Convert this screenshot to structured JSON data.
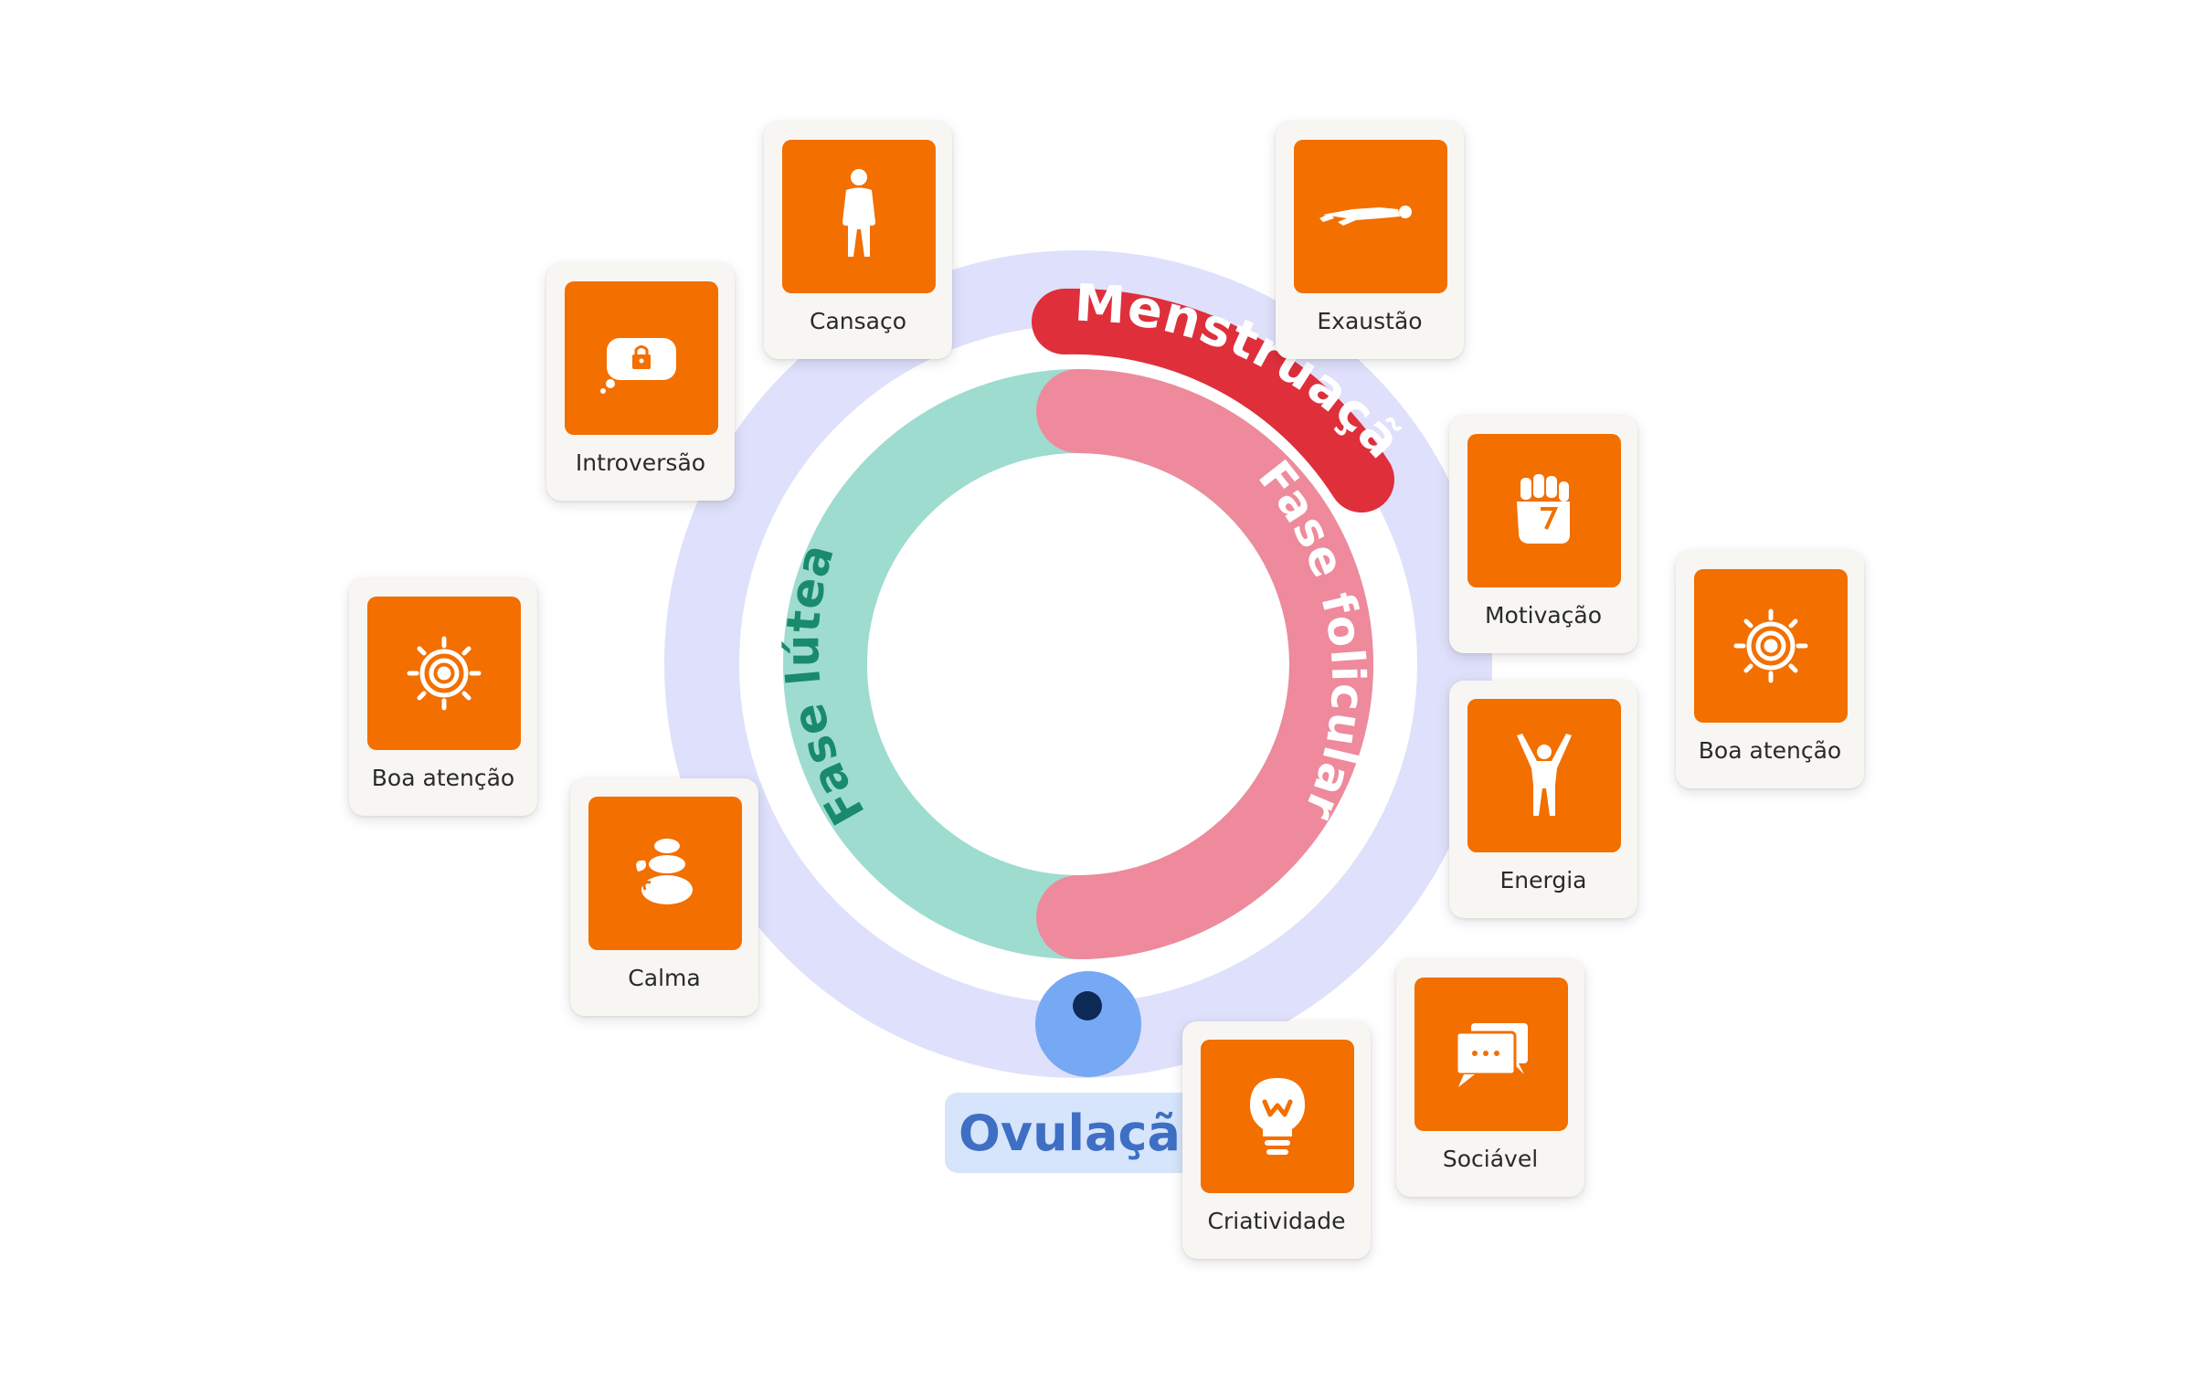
{
  "phases": {
    "menstruation": "Menstruação",
    "follicular": "Fase folicular",
    "luteal": "Fase lútea",
    "ovulation": "Ovulação"
  },
  "colors": {
    "outer_ring": "#dfe0fb",
    "menstruation": "#de2f3b",
    "follicular": "#ee8a9c",
    "luteal": "#9edcd0",
    "luteal_text": "#1a8a6c",
    "ovulation": "#76a8f4",
    "ovulation_dot": "#0c2a55",
    "tile": "#f26f00"
  },
  "cards": [
    {
      "id": "cansaco",
      "label": "Cansaço",
      "icon": "standing-person-icon"
    },
    {
      "id": "exaustao",
      "label": "Exaustão",
      "icon": "lying-person-icon"
    },
    {
      "id": "introversao",
      "label": "Introversão",
      "icon": "locked-thought-icon"
    },
    {
      "id": "motivacao",
      "label": "Motivação",
      "icon": "raised-fist-icon"
    },
    {
      "id": "boa-atencao-right",
      "label": "Boa atenção",
      "icon": "target-icon"
    },
    {
      "id": "boa-atencao-left",
      "label": "Boa atenção",
      "icon": "target-icon"
    },
    {
      "id": "energia",
      "label": "Energia",
      "icon": "arms-raised-person-icon"
    },
    {
      "id": "calma",
      "label": "Calma",
      "icon": "balanced-stones-icon"
    },
    {
      "id": "sociavel",
      "label": "Sociável",
      "icon": "chat-bubbles-icon"
    },
    {
      "id": "criatividade",
      "label": "Criatividade",
      "icon": "lightbulb-icon"
    }
  ]
}
